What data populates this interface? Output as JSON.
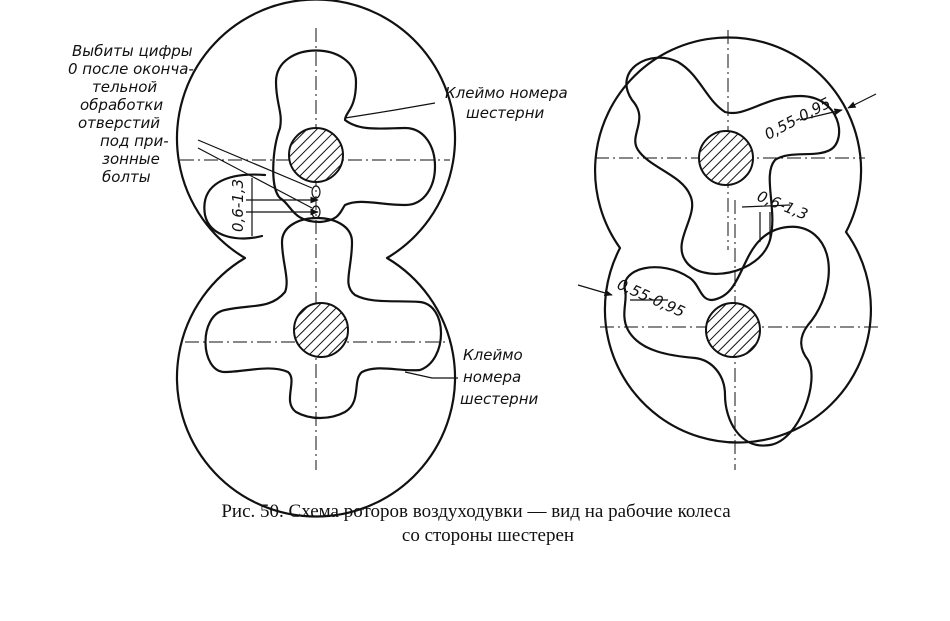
{
  "labels": {
    "left_note": [
      "Выбиты цифры",
      "0 после оконча-",
      "тельной",
      "обработки",
      "отверстий",
      "под при-",
      "зонные",
      "болты"
    ],
    "gear_mark_top": [
      "Клеймо номера",
      "шестерни"
    ],
    "gear_mark_bottom": [
      "Клеймо",
      "номера",
      "шестерни"
    ],
    "gap_left": "0,6-1,3",
    "gap_right": "0,6-1,3",
    "clearance_top": "0,55-0,95",
    "clearance_bottom": "0,55-0,95"
  },
  "caption": {
    "line1": "Рис. 50. Схема роторов воздуходувки — вид на рабочие  колеса",
    "line2": "со стороны шестерен"
  }
}
